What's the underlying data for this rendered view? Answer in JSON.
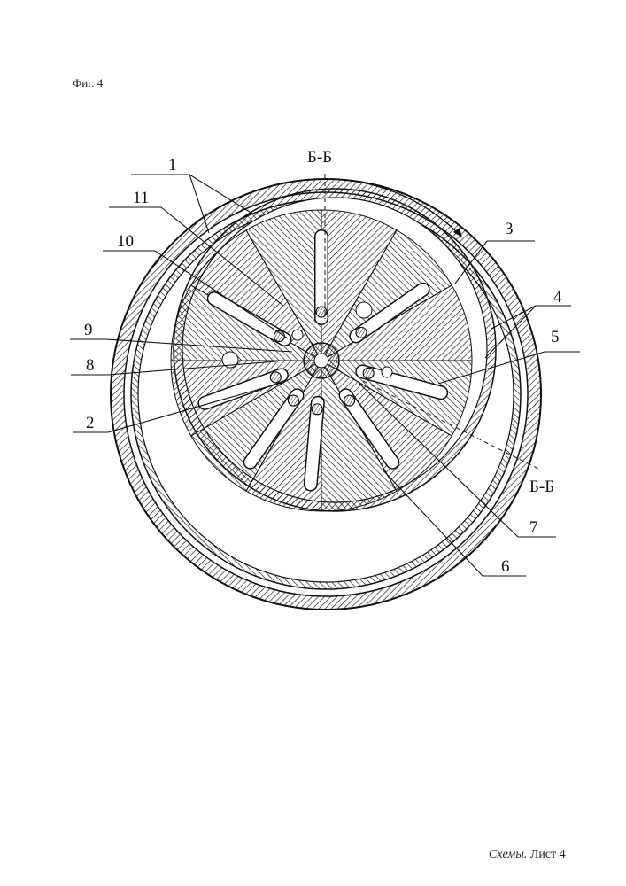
{
  "figure": {
    "title": "Фиг. 4"
  },
  "section_mark": "Б-Б",
  "callouts": [
    "1",
    "2",
    "3",
    "4",
    "5",
    "6",
    "7",
    "8",
    "9",
    "10",
    "11"
  ],
  "footer": {
    "scheme_label": "Схемы.",
    "sheet_label": "Лист 4"
  }
}
